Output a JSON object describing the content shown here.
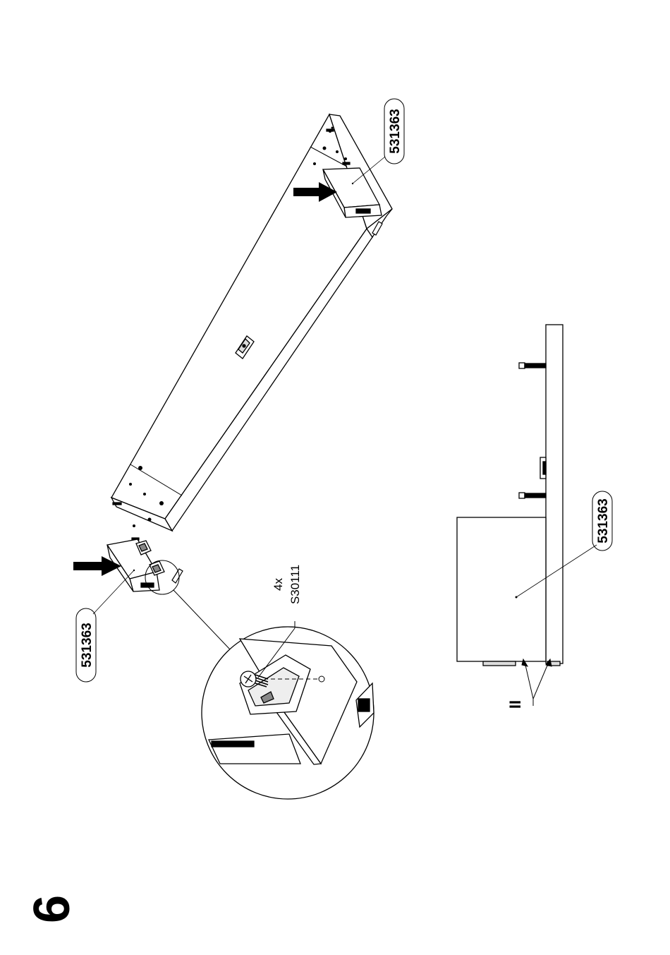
{
  "step": {
    "number": "6"
  },
  "parts": {
    "top_left_label": "531363",
    "top_right_label": "531363",
    "side_view_label": "531363"
  },
  "detail": {
    "quantity": "4x",
    "screw_code": "S30111"
  },
  "side_view": {
    "mark": "II"
  },
  "colors": {
    "line": "#000000",
    "background": "#ffffff"
  }
}
